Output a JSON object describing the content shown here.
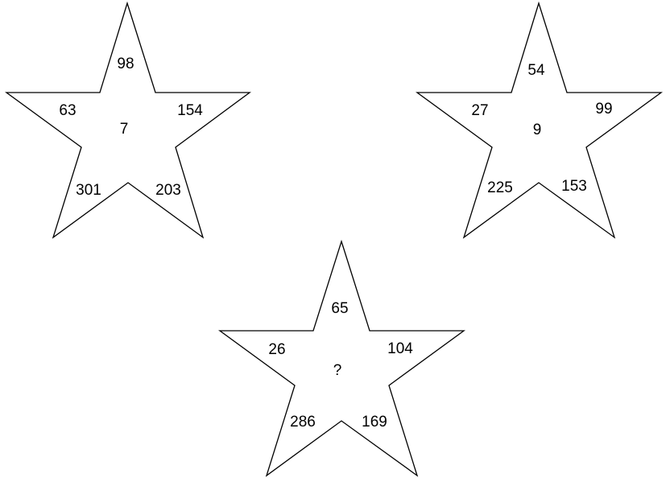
{
  "stars": [
    {
      "top": "98",
      "left": "63",
      "right": "154",
      "bottom_left": "301",
      "bottom_right": "203",
      "center": "7"
    },
    {
      "top": "54",
      "left": "27",
      "right": "99",
      "bottom_left": "225",
      "bottom_right": "153",
      "center": "9"
    },
    {
      "top": "65",
      "left": "26",
      "right": "104",
      "bottom_left": "286",
      "bottom_right": "169",
      "center": "?"
    }
  ]
}
